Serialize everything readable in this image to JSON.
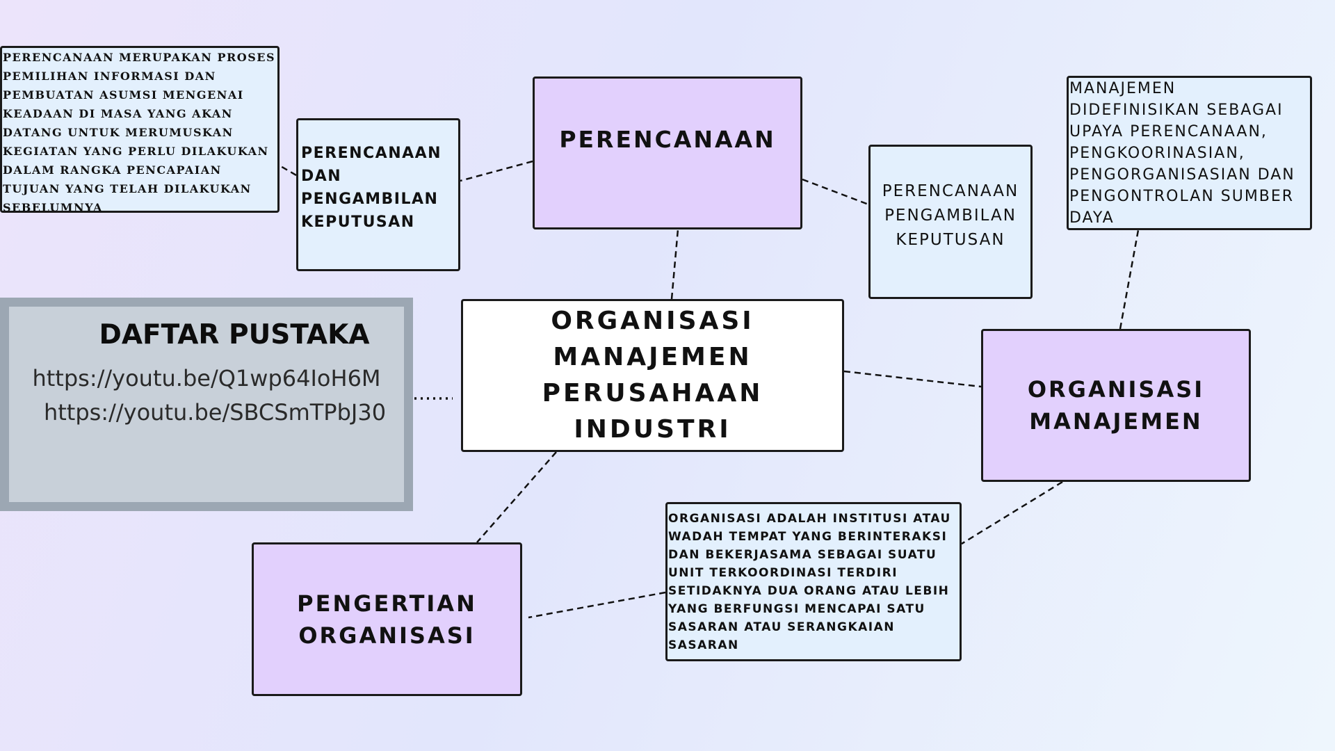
{
  "diagram": {
    "center": "ORGANISASI MANAJEMEN PERUSAHAAN INDUSTRI",
    "perencanaan": "PERENCANAAN",
    "perencanaan_left": "PERENCANAAN DAN PENGAMBILAN KEPUTUSAN",
    "perencanaan_left_desc": "PERENCANAAN MERUPAKAN PROSES PEMILIHAN INFORMASI DAN PEMBUATAN ASUMSI MENGENAI KEADAAN DI MASA YANG AKAN DATANG UNTUK MERUMUSKAN KEGIATAN YANG PERLU DILAKUKAN DALAM RANGKA PENCAPAIAN TUJUAN YANG TELAH DILAKUKAN SEBELUMNYA",
    "perencanaan_right": "PERENCANAAN PENGAMBILAN KEPUTUSAN",
    "manajemen_desc": "MANAJEMEN DIDEFINISIKAN SEBAGAI UPAYA PERENCANAAN, PENGKOORINASIAN, PENGORGANISASIAN DAN PENGONTROLAN SUMBER DAYA",
    "organisasi_manajemen": "ORGANISASI MANAJEMEN",
    "pengertian_organisasi": "PENGERTIAN ORGANISASI",
    "organisasi_desc": "ORGANISASI ADALAH INSTITUSI ATAU WADAH TEMPAT YANG BERINTERAKSI DAN BEKERJASAMA SEBAGAI SUATU UNIT TERKOORDINASI TERDIRI SETIDAKNYA DUA ORANG ATAU LEBIH YANG BERFUNGSI MENCAPAI SATU SASARAN ATAU SERANGKAIAN SASARAN"
  },
  "daftar_pustaka": {
    "title": "DAFTAR PUSTAKA",
    "links": [
      "https://youtu.be/Q1wp64IoH6M",
      "https://youtu.be/SBCSmTPbJ30"
    ]
  },
  "colors": {
    "primary_node": "#e2d0fd",
    "secondary_node": "#e3f0fd",
    "center_node": "#ffffff",
    "border": "#1a1a1a",
    "pustaka_bg": "#c8d0d9",
    "pustaka_border": "#9ca7b3"
  }
}
